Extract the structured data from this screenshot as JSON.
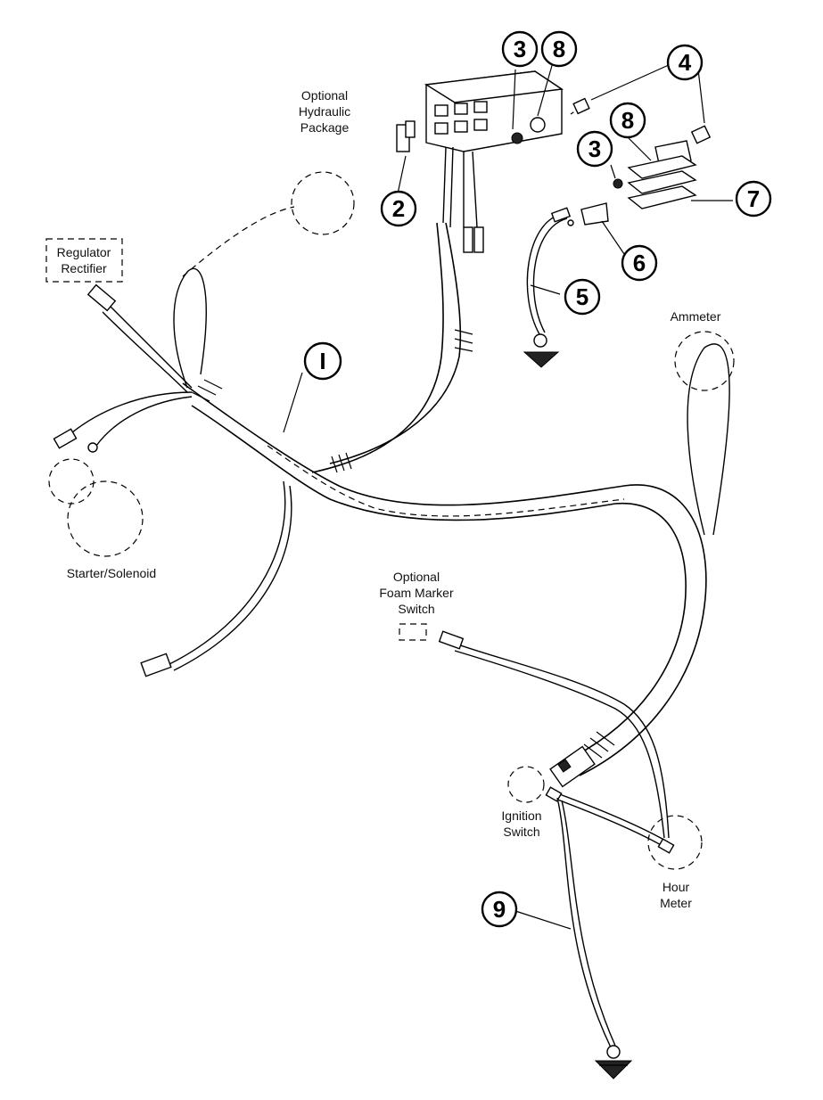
{
  "labels": {
    "optional_hydraulic": [
      "Optional",
      "Hydraulic",
      "Package"
    ],
    "regulator": [
      "Regulator",
      "Rectifier"
    ],
    "starter": "Starter/Solenoid",
    "ammeter": "Ammeter",
    "foam_marker": [
      "Optional",
      "Foam Marker",
      "Switch"
    ],
    "ignition": [
      "Ignition",
      "Switch"
    ],
    "hour_meter": [
      "Hour",
      "Meter"
    ]
  },
  "callouts": {
    "c1": "I",
    "c2": "2",
    "c3a": "3",
    "c8a": "8",
    "c4": "4",
    "c8b": "8",
    "c3b": "3",
    "c7": "7",
    "c6": "6",
    "c5": "5",
    "c9": "9"
  },
  "colors": {
    "ink": "#000000",
    "paper": "#ffffff"
  }
}
